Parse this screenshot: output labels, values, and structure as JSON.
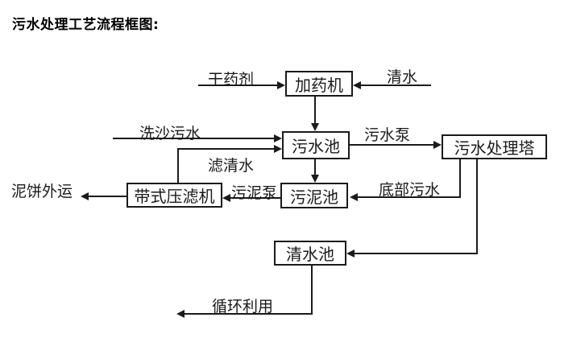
{
  "title": "污水处理工艺流程框图:",
  "nodes": {
    "dosing_machine": "加药机",
    "sewage_pool": "污水池",
    "treatment_tower": "污水处理塔",
    "sludge_pool": "污泥池",
    "belt_filter_press": "带式压滤机",
    "clean_water_pool": "清水池"
  },
  "labels": {
    "dry_agent": "干药剂",
    "clean_water_in": "清水",
    "sand_washing_sewage": "洗沙污水",
    "filtered_water": "滤清水",
    "sewage_pump": "污水泵",
    "sludge_pump": "污泥泵",
    "mud_cake_outbound": "泥饼外运",
    "bottom_sewage": "底部污水",
    "recycle_use": "循环利用"
  },
  "edges": [
    {
      "from": "外部",
      "to": "加药机",
      "label": "干药剂"
    },
    {
      "from": "外部",
      "to": "加药机",
      "label": "清水"
    },
    {
      "from": "加药机",
      "to": "污水池",
      "label": ""
    },
    {
      "from": "外部",
      "to": "污水池",
      "label": "洗沙污水"
    },
    {
      "from": "带式压滤机",
      "to": "污水池",
      "label": "滤清水"
    },
    {
      "from": "污水池",
      "to": "污水处理塔",
      "label": "污水泵"
    },
    {
      "from": "污水池",
      "to": "污泥池",
      "label": ""
    },
    {
      "from": "污泥池",
      "to": "带式压滤机",
      "label": "污泥泵"
    },
    {
      "from": "带式压滤机",
      "to": "外部",
      "label": "泥饼外运"
    },
    {
      "from": "污水处理塔",
      "to": "污泥池",
      "label": "底部污水"
    },
    {
      "from": "污水处理塔",
      "to": "清水池",
      "label": ""
    },
    {
      "from": "清水池",
      "to": "外部",
      "label": "循环利用"
    }
  ],
  "colors": {
    "line": "#1a1a1a",
    "text": "#000000",
    "background": "#ffffff"
  }
}
